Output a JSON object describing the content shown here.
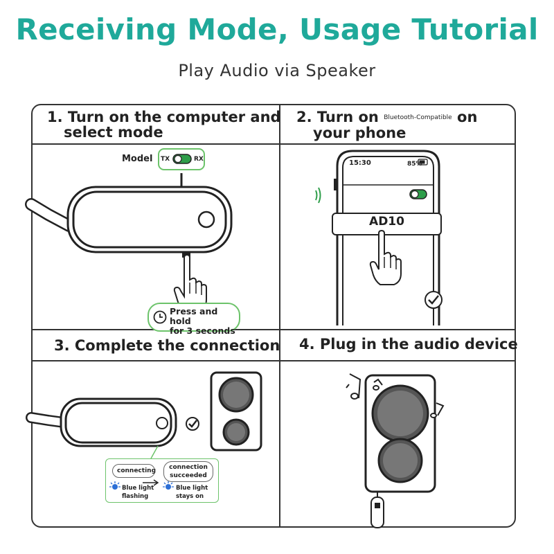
{
  "header": {
    "title": "Receiving Mode, Usage Tutorial",
    "subtitle": "Play Audio via Speaker"
  },
  "steps": [
    {
      "line1": "1. Turn on the computer and",
      "line2": "select mode"
    },
    {
      "line1_pre": "2. Turn on ",
      "line1_small": "Bluetooth-Compatible",
      "line1_post": " on",
      "line2": "your phone"
    },
    {
      "line1": "3. Complete the connection"
    },
    {
      "line1": "4. Plug in the audio device"
    }
  ],
  "step1": {
    "mode_label": "Model",
    "tx_label": "TX",
    "rx_label": "RX",
    "press_line1": "Press and hold",
    "press_line2": "for 3 seconds"
  },
  "step2": {
    "time": "15:30",
    "battery": "85%",
    "device_name": "AD10"
  },
  "step3": {
    "connecting": "connecting",
    "succeeded_line1": "connection",
    "succeeded_line2": "succeeded",
    "flash_line1": "Blue light",
    "flash_line2": "flashing",
    "stays_line1": "Blue light",
    "stays_line2": "stays on"
  },
  "colors": {
    "title": "#1fa99a",
    "accent_green": "#2e9e4a",
    "highlight_green": "#6cc36a",
    "blue_light": "#2c6fd6"
  }
}
